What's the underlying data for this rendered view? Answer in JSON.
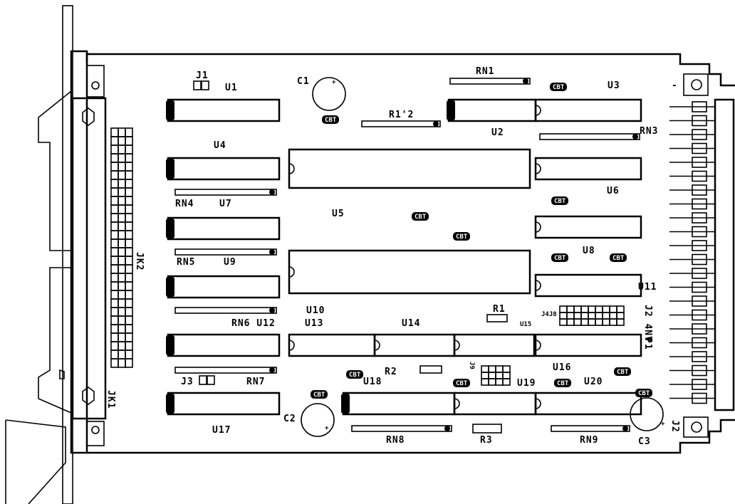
{
  "labels": {
    "J1": "J1",
    "U1": "U1",
    "C1": "C1",
    "RN1": "RN1",
    "U3": "U3",
    "R12": "R1'2",
    "U2": "U2",
    "RN3": "RN3",
    "U4": "U4",
    "U5": "U5",
    "RN4": "RN4",
    "U7": "U7",
    "U6": "U6",
    "RN5": "RN5",
    "U9": "U9",
    "U8": "U8",
    "U11": "U11",
    "JK2": "JK2",
    "R1": "R1",
    "J4J8": "J4J8",
    "U15": "U15",
    "J2side": "J2 4NV",
    "U10": "U10",
    "U13": "U13",
    "U14": "U14",
    "RN6U12": "RN6 U12",
    "P1": "P1",
    "J3": "J3",
    "RN7": "RN7",
    "R2": "R2",
    "U18": "U18",
    "U19": "U19",
    "U16": "U16",
    "U20": "U20",
    "JK1": "JK1",
    "C2": "C2",
    "U17": "U17",
    "RN8": "RN8",
    "R3": "R3",
    "RN9": "RN9",
    "C3": "C3",
    "J2": "J2",
    "J9": "J9",
    "minus": "-",
    "cbyp": "CBT"
  }
}
